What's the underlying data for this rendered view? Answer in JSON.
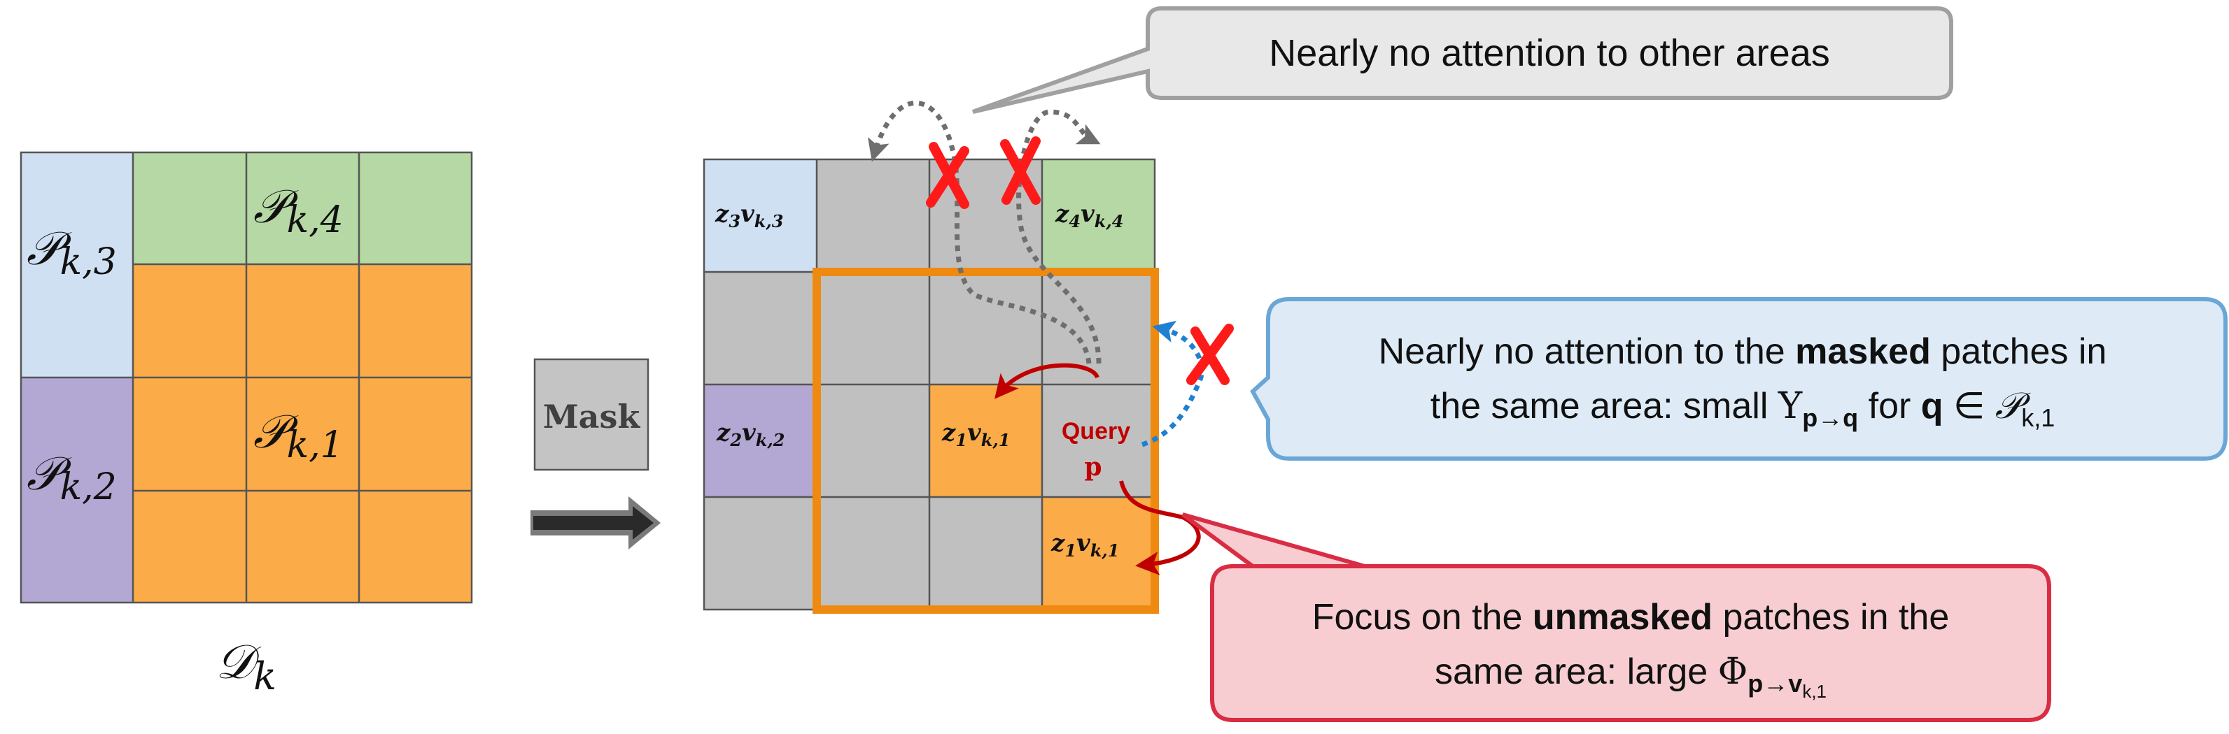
{
  "left_grid": {
    "regions": {
      "p_k3": {
        "sym": "𝒫",
        "sub": "k,3",
        "color": "#cfe0f2"
      },
      "p_k4": {
        "sym": "𝒫",
        "sub": "k,4",
        "color": "#b5d8a5"
      },
      "p_k1": {
        "sym": "𝒫",
        "sub": "k,1",
        "color": "#fbab48"
      },
      "p_k2": {
        "sym": "𝒫",
        "sub": "k,2",
        "color": "#b3a7d3"
      }
    },
    "caption": {
      "sym": "𝒟",
      "sub": "k"
    }
  },
  "mask_box": {
    "label": "Mask",
    "color": "#c4c4c4"
  },
  "right_grid": {
    "masked_color": "#c0c0c0",
    "highlight_color": "#ee8a10",
    "cells": {
      "z3v3": {
        "z": "z",
        "zsub": "3",
        "v": "v",
        "vsub": "k,3"
      },
      "z4v4": {
        "z": "z",
        "zsub": "4",
        "v": "v",
        "vsub": "k,4"
      },
      "z2v2": {
        "z": "z",
        "zsub": "2",
        "v": "v",
        "vsub": "k,2"
      },
      "z1v1_a": {
        "z": "z",
        "zsub": "1",
        "v": "v",
        "vsub": "k,1"
      },
      "z1v1_b": {
        "z": "z",
        "zsub": "1",
        "v": "v",
        "vsub": "k,1"
      }
    },
    "query_label": "Query",
    "query_point": "p"
  },
  "callouts": {
    "top": {
      "text": "Nearly no attention to other areas",
      "fill": "#e8e8e8",
      "stroke": "#a0a0a0"
    },
    "blue": {
      "line1": "Nearly no attention to the ",
      "line1_bold": "masked",
      "line1_end": " patches in",
      "line2_a": "the same area: small ",
      "line2_sym": "Υ",
      "line2_sub": "p→q",
      "line2_b": " for ",
      "line2_bold": "q",
      "line2_c": " ∈ ",
      "line2_set": "𝒫",
      "line2_setsub": "k,1",
      "fill": "#deebf7",
      "stroke": "#6aa6d6"
    },
    "red": {
      "line1": "Focus on the ",
      "line1_bold": "unmasked",
      "line1_end": " patches in the",
      "line2_a": "same area: large  ",
      "line2_sym": "Φ",
      "line2_sub": "p→v",
      "line2_subsub": "k,1",
      "fill": "#f7cdd2",
      "stroke": "#d92d44"
    }
  },
  "colors": {
    "cross": "#ff1a1a",
    "query_arrow": "#c00000",
    "gray_arrow": "#6e6e6e",
    "blue_arrow": "#1f7fd1",
    "grid_line": "#555555"
  }
}
